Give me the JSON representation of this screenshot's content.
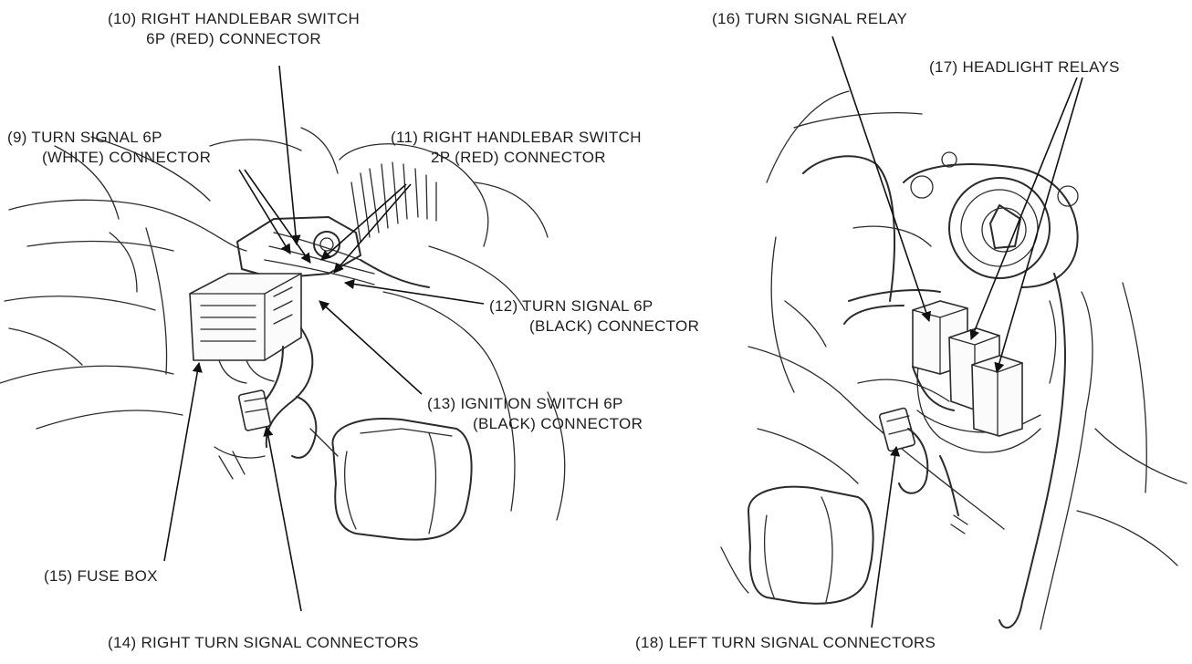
{
  "labels": {
    "l10": [
      "(10) RIGHT HANDLEBAR SWITCH",
      "6P (RED) CONNECTOR"
    ],
    "l9": [
      "(9) TURN SIGNAL 6P",
      "(WHITE) CONNECTOR"
    ],
    "l11": [
      "(11) RIGHT HANDLEBAR SWITCH",
      "2P (RED) CONNECTOR"
    ],
    "l12": [
      "(12) TURN SIGNAL 6P",
      "(BLACK) CONNECTOR"
    ],
    "l13": [
      "(13) IGNITION SWITCH 6P",
      "(BLACK) CONNECTOR"
    ],
    "l15": [
      "(15) FUSE BOX"
    ],
    "l14": [
      "(14) RIGHT TURN SIGNAL CONNECTORS"
    ],
    "l16": [
      "(16) TURN SIGNAL RELAY"
    ],
    "l17": [
      "(17) HEADLIGHT RELAYS"
    ],
    "l18": [
      "(18) LEFT TURN SIGNAL CONNECTORS"
    ]
  }
}
